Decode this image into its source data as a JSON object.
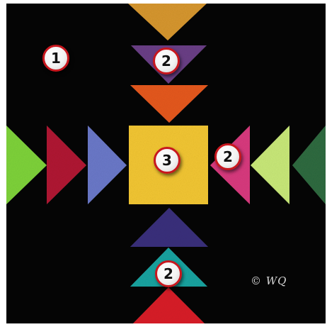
{
  "badges": {
    "background_piece": "1",
    "top_triangle": "2",
    "right_triangle": "2",
    "bottom_triangle": "2",
    "center_square": "3"
  },
  "signature_text": "© WQ",
  "colors": {
    "background": "#050505",
    "top_gold": "#d6962e",
    "top_purple": "#6a3f86",
    "top_orange": "#e5581f",
    "center_yellow": "#f2c632",
    "left_green": "#7ed23a",
    "left_red": "#b01632",
    "left_blue": "#6a78c8",
    "right_pink": "#d83a7e",
    "right_lime": "#c8e878",
    "right_darkgreen": "#2e6a40",
    "bottom_indigo": "#3a2f7c",
    "bottom_teal": "#1aa3a0",
    "bottom_red": "#d81c28",
    "badge_border": "#c8171e"
  }
}
